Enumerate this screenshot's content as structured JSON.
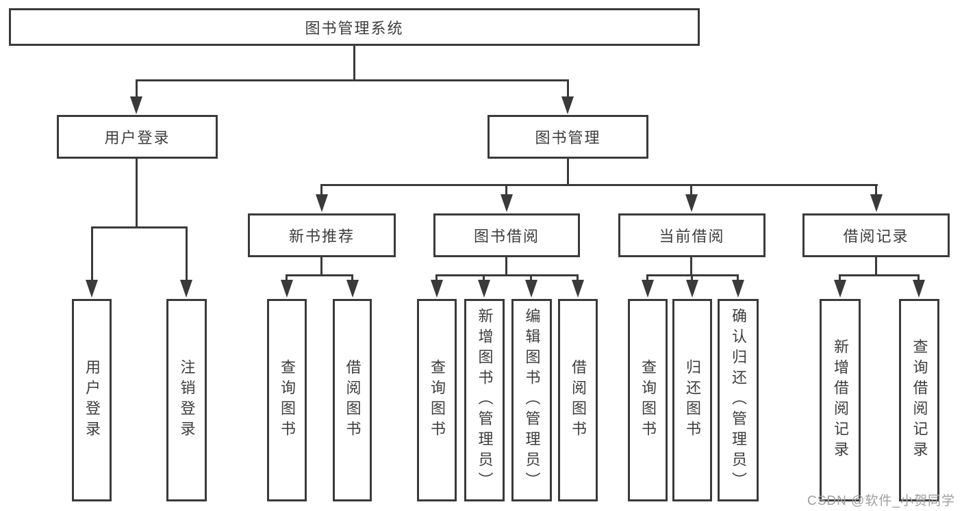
{
  "diagram": {
    "root": {
      "label": "图书管理系统"
    },
    "children": [
      {
        "label": "用户登录",
        "children": [
          {
            "label": "用户登录"
          },
          {
            "label": "注销登录"
          }
        ]
      },
      {
        "label": "图书管理",
        "children": [
          {
            "label": "新书推荐",
            "children": [
              {
                "label": "查询图书"
              },
              {
                "label": "借阅图书"
              }
            ]
          },
          {
            "label": "图书借阅",
            "children": [
              {
                "label": "查询图书"
              },
              {
                "label": "新增图书（管理员）"
              },
              {
                "label": "编辑图书（管理员）"
              },
              {
                "label": "借阅图书"
              }
            ]
          },
          {
            "label": "当前借阅",
            "children": [
              {
                "label": "查询图书"
              },
              {
                "label": "归还图书"
              },
              {
                "label": "确认归还（管理员）"
              }
            ]
          },
          {
            "label": "借阅记录",
            "children": [
              {
                "label": "新增借阅记录"
              },
              {
                "label": "查询借阅记录"
              }
            ]
          }
        ]
      }
    ]
  },
  "watermark": {
    "text": "CSDN @软件_小贺同学"
  },
  "colors": {
    "line": "#3a3a3a",
    "text": "#3d3d3d",
    "watermark": "#9e9e9e",
    "background": "#ffffff"
  }
}
